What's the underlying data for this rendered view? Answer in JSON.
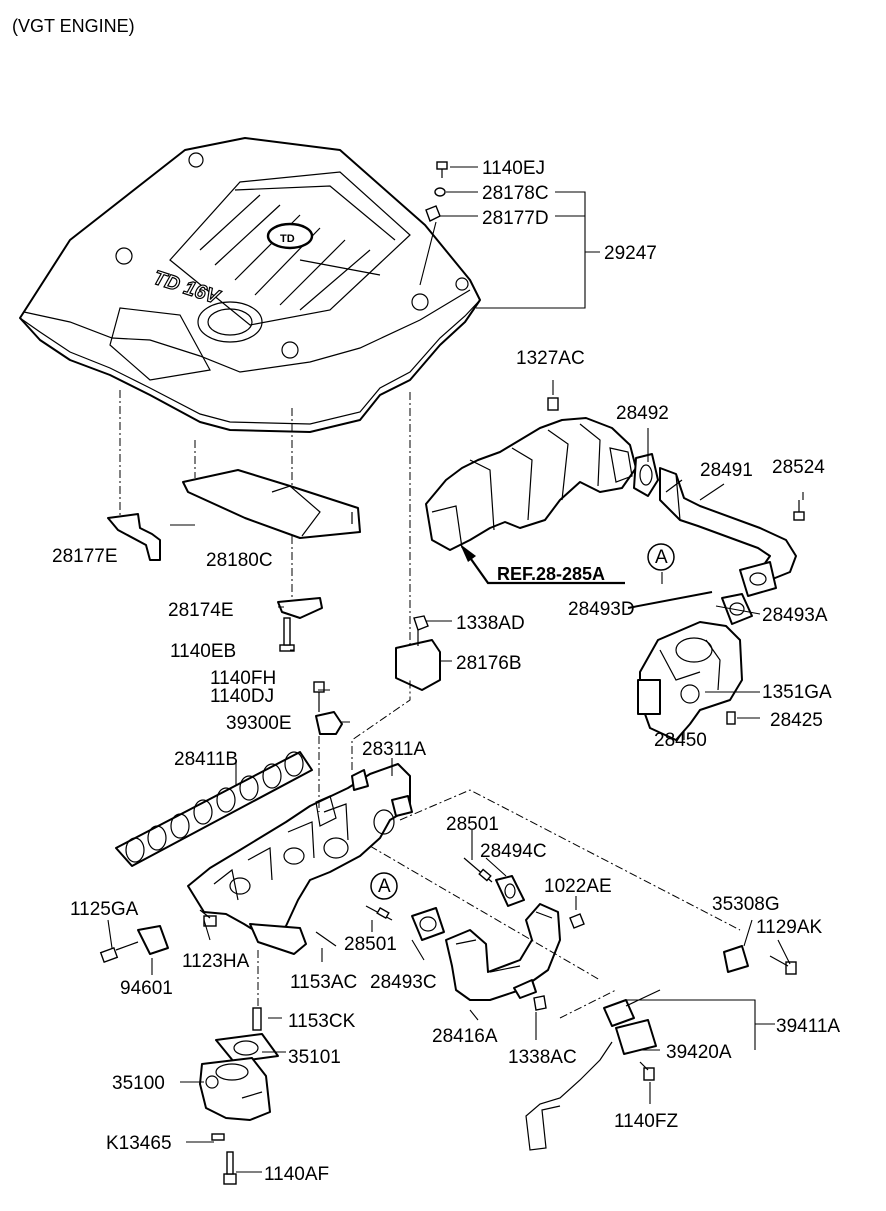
{
  "header": "(VGT ENGINE)",
  "cover_badge": "TD",
  "ref_label": "REF.28-285A",
  "section_marker": "A",
  "labels": {
    "p1140EJ": "1140EJ",
    "p28178C": "28178C",
    "p28177D": "28177D",
    "p29247": "29247",
    "p1327AC": "1327AC",
    "p28492": "28492",
    "p28491": "28491",
    "p28524": "28524",
    "p28177E": "28177E",
    "p28180C": "28180C",
    "p28493D": "28493D",
    "p28493A": "28493A",
    "p28174E": "28174E",
    "p1140EB": "1140EB",
    "p1338AD": "1338AD",
    "p28176B": "28176B",
    "p1351GA": "1351GA",
    "p28425": "28425",
    "p28450": "28450",
    "p1140FH": "1140FH",
    "p1140DJ": "1140DJ",
    "p39300E": "39300E",
    "p28411B": "28411B",
    "p28311A": "28311A",
    "p28501a": "28501",
    "p28494C": "28494C",
    "p1022AE": "1022AE",
    "p35308G": "35308G",
    "p1129AK": "1129AK",
    "p1125GA": "1125GA",
    "p1123HA": "1123HA",
    "p94601": "94601",
    "p1153AC": "1153AC",
    "p28501b": "28501",
    "p28493C": "28493C",
    "p1153CK": "1153CK",
    "p28416A": "28416A",
    "p1338AC": "1338AC",
    "p39411A": "39411A",
    "p39420A": "39420A",
    "p35101": "35101",
    "p35100": "35100",
    "pK13465": "K13465",
    "p1140FZ": "1140FZ",
    "p1140AF": "1140AF"
  }
}
